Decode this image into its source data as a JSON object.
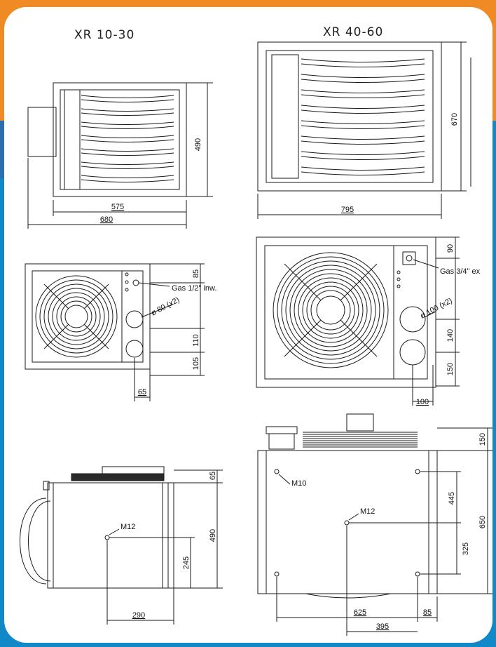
{
  "titles": {
    "small": "XR 10-30",
    "large": "XR 40-60"
  },
  "dimensions": {
    "s_front_height": "490",
    "s_front_width": "575",
    "s_front_total": "680",
    "l_front_height": "670",
    "l_front_width": "795",
    "s_rear_top": "85",
    "s_rear_mid": "110",
    "s_rear_bottom": "105",
    "s_rear_conn": "65",
    "l_rear_top": "90",
    "l_rear_mid": "140",
    "l_rear_bottom": "150",
    "l_rear_conn": "100",
    "s_side_top": "65",
    "s_side_height": "490",
    "s_side_mount": "245",
    "s_side_width": "290",
    "l_side_top": "150",
    "l_side_height": "650",
    "l_side_m_upper": "445",
    "l_side_m_lower": "325",
    "l_side_width": "625",
    "l_side_offset": "85",
    "l_side_bottom": "395"
  },
  "labels": {
    "s_gas": "Gas 1/2\" inw.",
    "s_dia": "ø 80 (x2)",
    "l_gas": "Gas 3/4\" ex",
    "l_dia": "ø 100 (x2)",
    "m12_small": "M12",
    "m10": "M10",
    "m12_large": "M12"
  },
  "colors": {
    "orange": "#f08a24",
    "blue": "#1188c8",
    "line": "#1a1a1a"
  }
}
